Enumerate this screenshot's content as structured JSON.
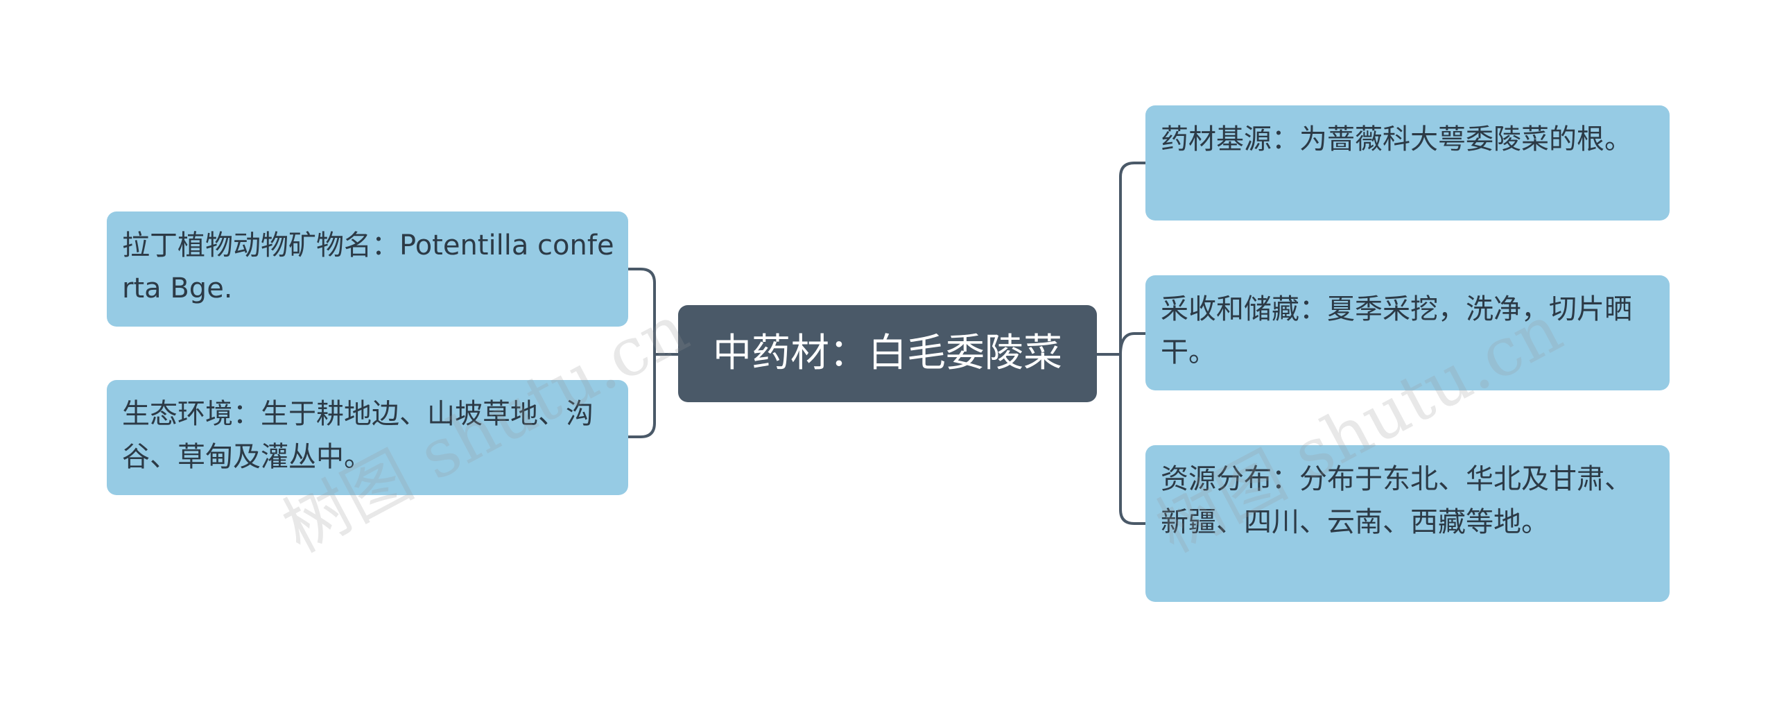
{
  "mindmap": {
    "root": {
      "label": "中药材：白毛委陵菜"
    },
    "left_branches": [
      {
        "label": "拉丁植物动物矿物名：Potentilla conferta Bge."
      },
      {
        "label": "生态环境：生于耕地边、山坡草地、沟谷、草甸及灌丛中。"
      }
    ],
    "right_branches": [
      {
        "label": "药材基源：为蔷薇科大萼委陵菜的根。"
      },
      {
        "label": "采收和储藏：夏季采挖，洗净，切片晒干。"
      },
      {
        "label": "资源分布：分布于东北、华北及甘肃、新疆、四川、云南、西藏等地。"
      }
    ]
  },
  "watermarks": [
    "树图 shutu.cn",
    "树图 shutu.cn"
  ],
  "colors": {
    "root_fill": "#4a5968",
    "leaf_fill": "#96cbe4",
    "connector": "#4a5968",
    "leaf_text": "#2c3a46",
    "root_text": "#ffffff"
  }
}
